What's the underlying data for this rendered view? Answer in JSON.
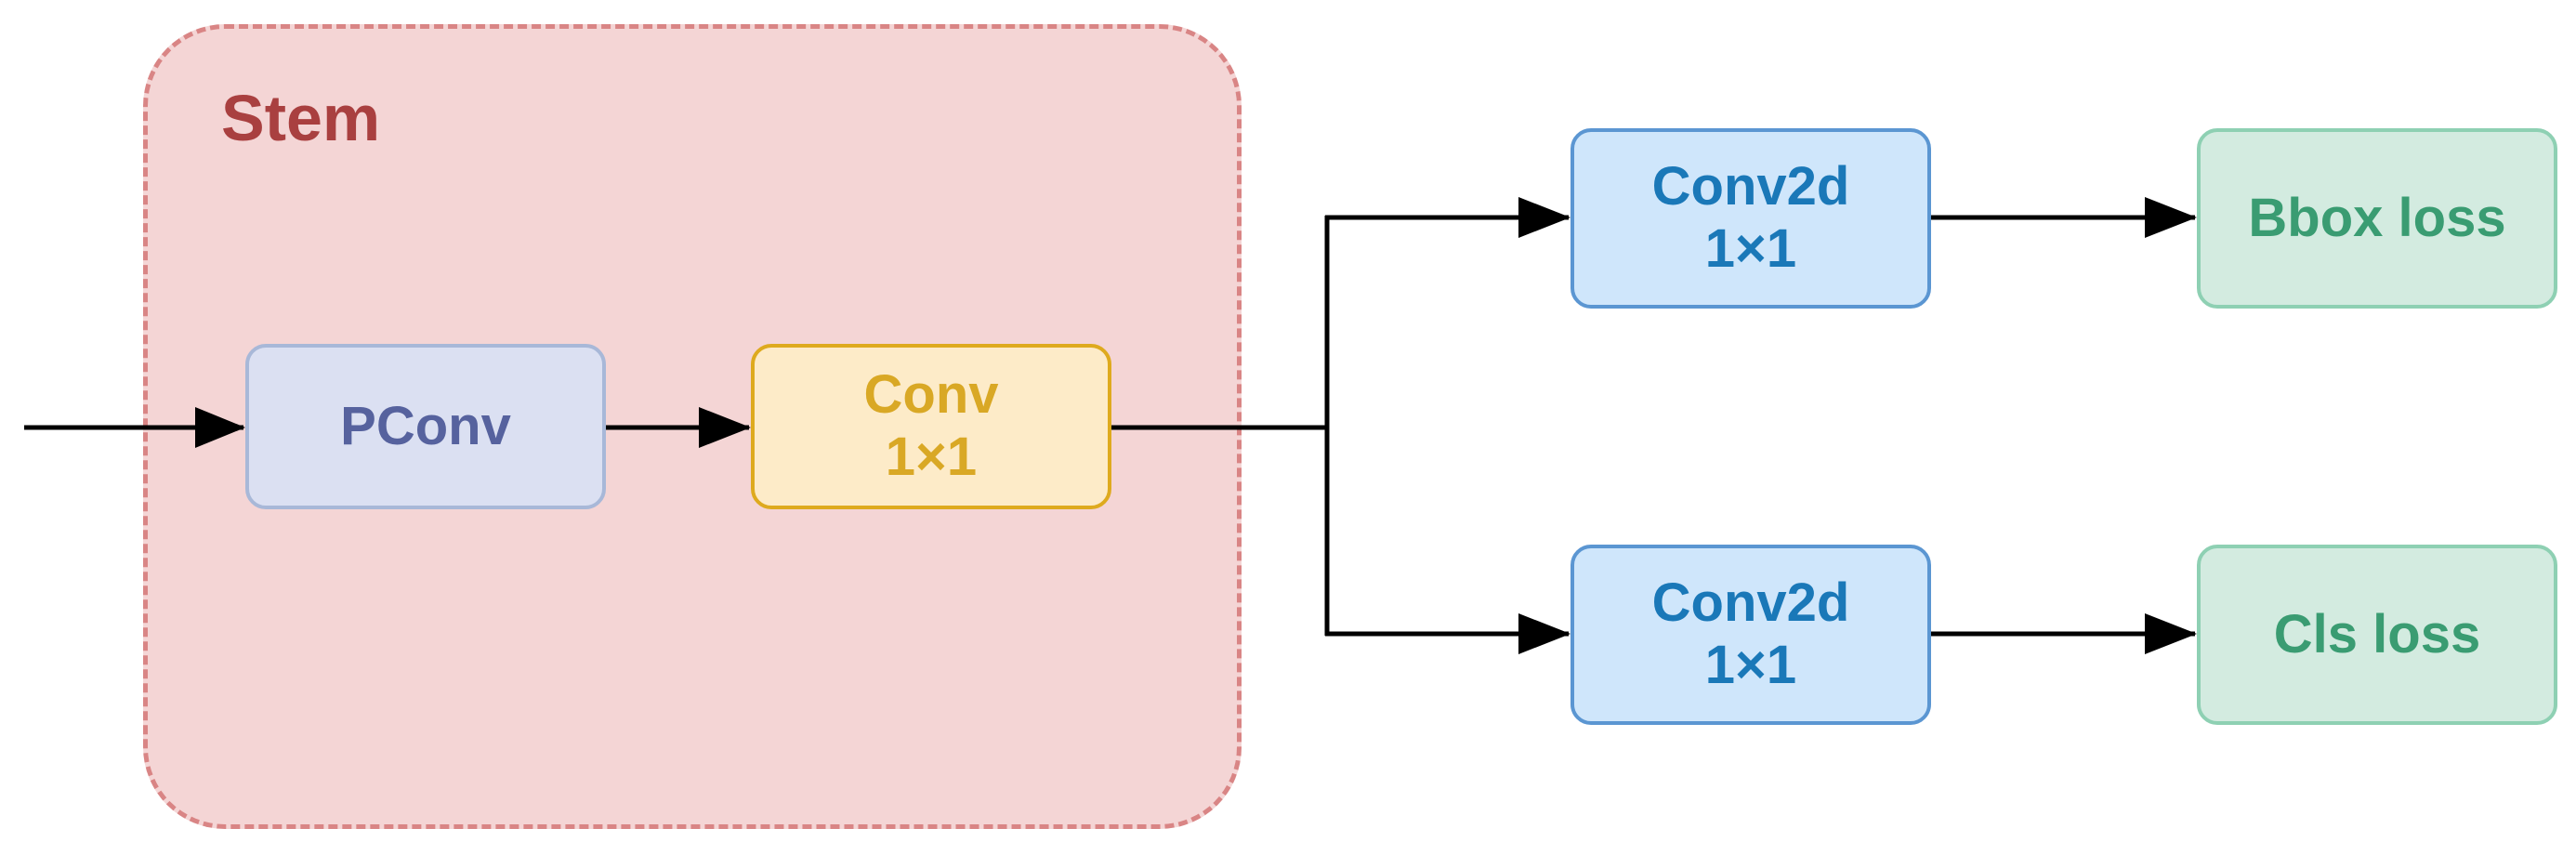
{
  "stem": {
    "label": "Stem"
  },
  "nodes": {
    "pconv": {
      "line1": "PConv"
    },
    "conv": {
      "line1": "Conv",
      "line2": "1×1"
    },
    "conv2d_top": {
      "line1": "Conv2d",
      "line2": "1×1"
    },
    "conv2d_bottom": {
      "line1": "Conv2d",
      "line2": "1×1"
    },
    "bbox_loss": {
      "line1": "Bbox loss"
    },
    "cls_loss": {
      "line1": "Cls loss"
    }
  },
  "colors": {
    "stem_fill": "#f4d5d5",
    "stem_border": "#d98585",
    "stem_text": "#a94040",
    "pconv_fill": "#dbe0f2",
    "pconv_text": "#56629e",
    "conv_fill": "#fdebc8",
    "conv_text": "#d9a825",
    "conv2d_fill": "#cfe6fb",
    "conv2d_text": "#1a78b8",
    "loss_fill": "#d3ebe0",
    "loss_text": "#3a9c72",
    "arrow": "#000000"
  }
}
